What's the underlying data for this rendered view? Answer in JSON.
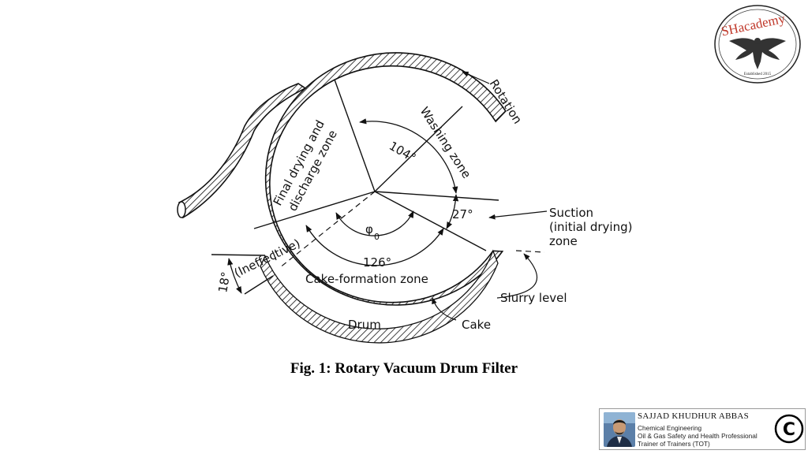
{
  "diagram": {
    "zones": {
      "final_drying_line1": "Final drying and",
      "final_drying_line2": "discharge zone",
      "washing": "Washing zone",
      "cake_formation": "Cake-formation zone",
      "ineffective": "(Ineffective)",
      "suction_line1": "Suction",
      "suction_line2": "(initial drying)",
      "suction_line3": "zone"
    },
    "angles": {
      "washing": "104°",
      "suction": "27°",
      "cake_formation": "126°",
      "ineffective": "18°",
      "phi": "φ",
      "phi_sub": "0"
    },
    "labels": {
      "rotation": "Rotation",
      "slurry_level": "Slurry level",
      "drum": "Drum",
      "cake": "Cake"
    }
  },
  "caption": "Fig. 1: Rotary Vacuum Drum Filter",
  "logo": {
    "text": "SHacademy",
    "established": "Established 2015"
  },
  "author": {
    "name": "SAJJAD KHUDHUR ABBAS",
    "line1": "Chemical Engineering",
    "line2": "Oil & Gas Safety and Health Professional",
    "line3": "Trainer of Trainers (TOT)",
    "copyright": "©"
  }
}
